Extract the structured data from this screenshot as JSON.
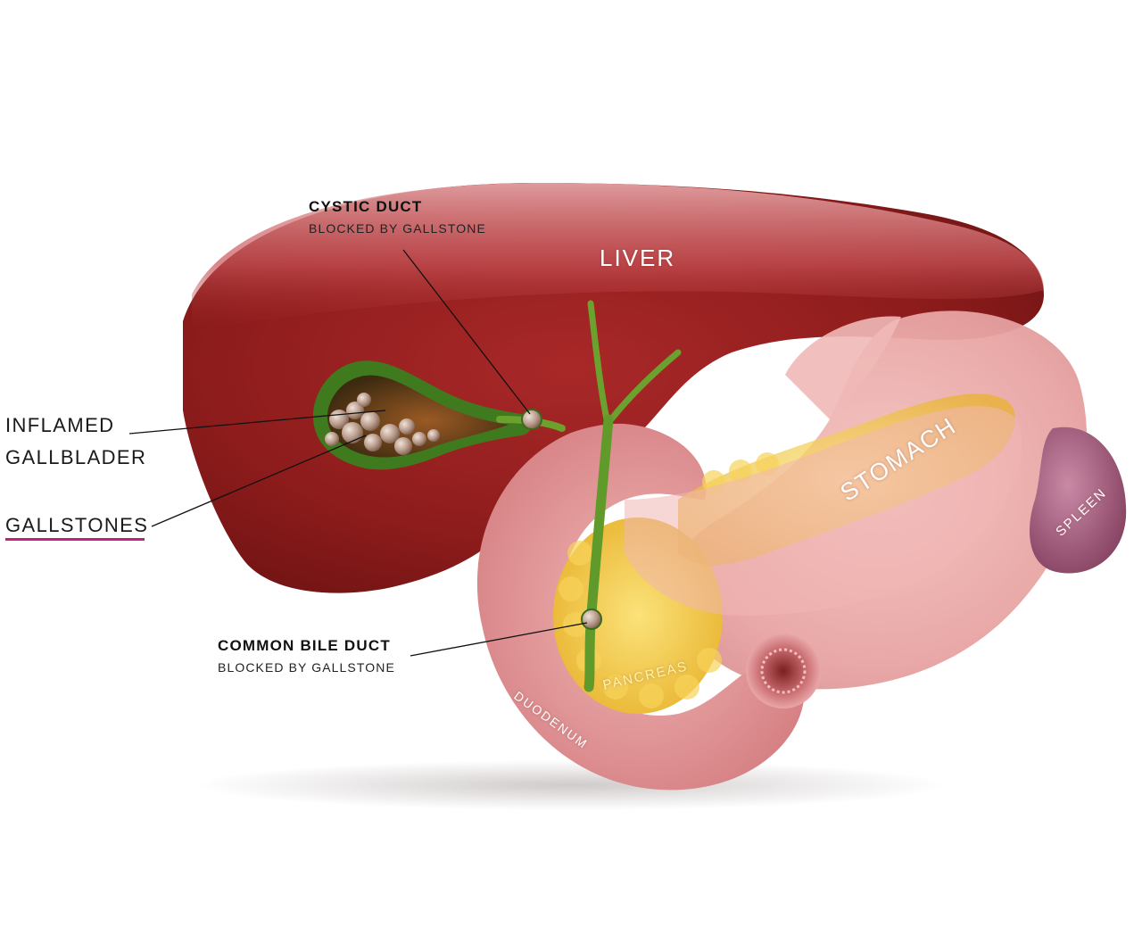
{
  "labels": {
    "cystic_duct_title": "CYSTIC DUCT",
    "cystic_duct_subtitle": "BLOCKED BY GALLSTONE",
    "liver": "LIVER",
    "inflamed_line1": "INFLAMED",
    "inflamed_line2": "GALLBLADER",
    "gallstones": "GALLSTONES",
    "stomach": "STOMACH",
    "spleen": "SPLEEN",
    "common_bile_duct_title": "COMMON BILE DUCT",
    "common_bile_duct_subtitle": "BLOCKED BY GALLSTONE",
    "pancreas": "PANCREAS",
    "duodenum": "DUODENUM"
  },
  "colors": {
    "liver": "#8e1c1c",
    "liver_highlight": "#c4474a",
    "gallbladder_wall": "#3f7a1e",
    "gallbladder_inner": "#6a3a1a",
    "bile_duct": "#5f9a2a",
    "stomach": "#e6a3a3",
    "duodenum": "#dc8a8c",
    "pancreas": "#f0c64a",
    "spleen": "#9a5878",
    "gallstone": "#b89a86",
    "underline_accent": "#c0207e",
    "leader_line": "#111111"
  }
}
